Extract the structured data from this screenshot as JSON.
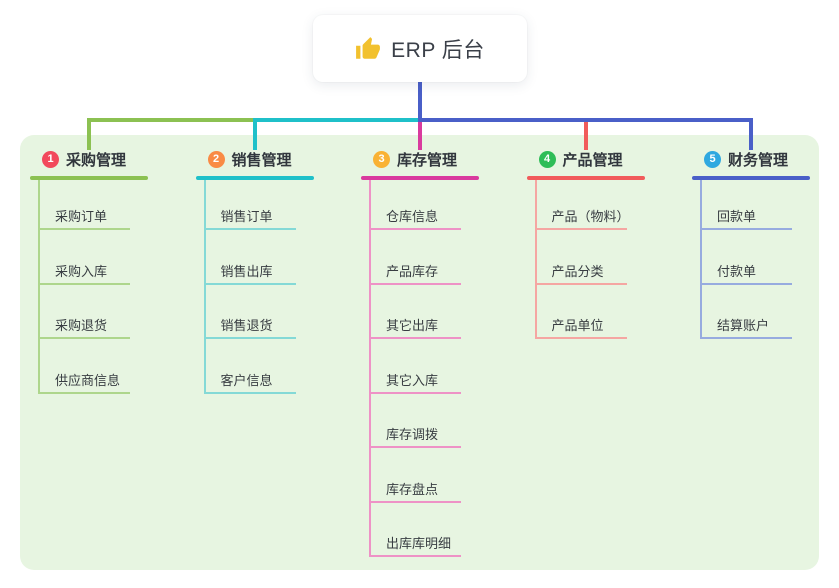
{
  "root": {
    "label": "ERP 后台",
    "icon": "thumbs-up-icon",
    "icon_color": "#f2c12e",
    "stem_color": "#4a5fc8"
  },
  "panel": {
    "background": "#e7f5e1"
  },
  "branches": [
    {
      "num": "1",
      "label": "采购管理",
      "badge_color": "#f2495c",
      "line_color": "#8cc152",
      "child_line_color": "#aed68c",
      "children": [
        "采购订单",
        "采购入库",
        "采购退货",
        "供应商信息"
      ]
    },
    {
      "num": "2",
      "label": "销售管理",
      "badge_color": "#f98b45",
      "line_color": "#1fc0c9",
      "child_line_color": "#84d9d6",
      "children": [
        "销售订单",
        "销售出库",
        "销售退货",
        "客户信息"
      ]
    },
    {
      "num": "3",
      "label": "库存管理",
      "badge_color": "#f9b234",
      "line_color": "#d93a9e",
      "child_line_color": "#ee92c6",
      "children": [
        "仓库信息",
        "产品库存",
        "其它出库",
        "其它入库",
        "库存调拨",
        "库存盘点",
        "出库库明细"
      ]
    },
    {
      "num": "4",
      "label": "产品管理",
      "badge_color": "#2ebd57",
      "line_color": "#f15b5b",
      "child_line_color": "#f5a6a2",
      "children": [
        "产品（物料）",
        "产品分类",
        "产品单位"
      ]
    },
    {
      "num": "5",
      "label": "财务管理",
      "badge_color": "#2fa8e0",
      "line_color": "#4a5fc8",
      "child_line_color": "#97abdf",
      "children": [
        "回款单",
        "付款单",
        "结算账户"
      ]
    }
  ],
  "bus_segments": [
    {
      "from": 0,
      "to": 1,
      "color": "#8cc152"
    },
    {
      "from": 1,
      "to": 2,
      "color": "#1fc0c9"
    },
    {
      "from": 2,
      "to": 4,
      "color": "#4a5fc8"
    }
  ]
}
